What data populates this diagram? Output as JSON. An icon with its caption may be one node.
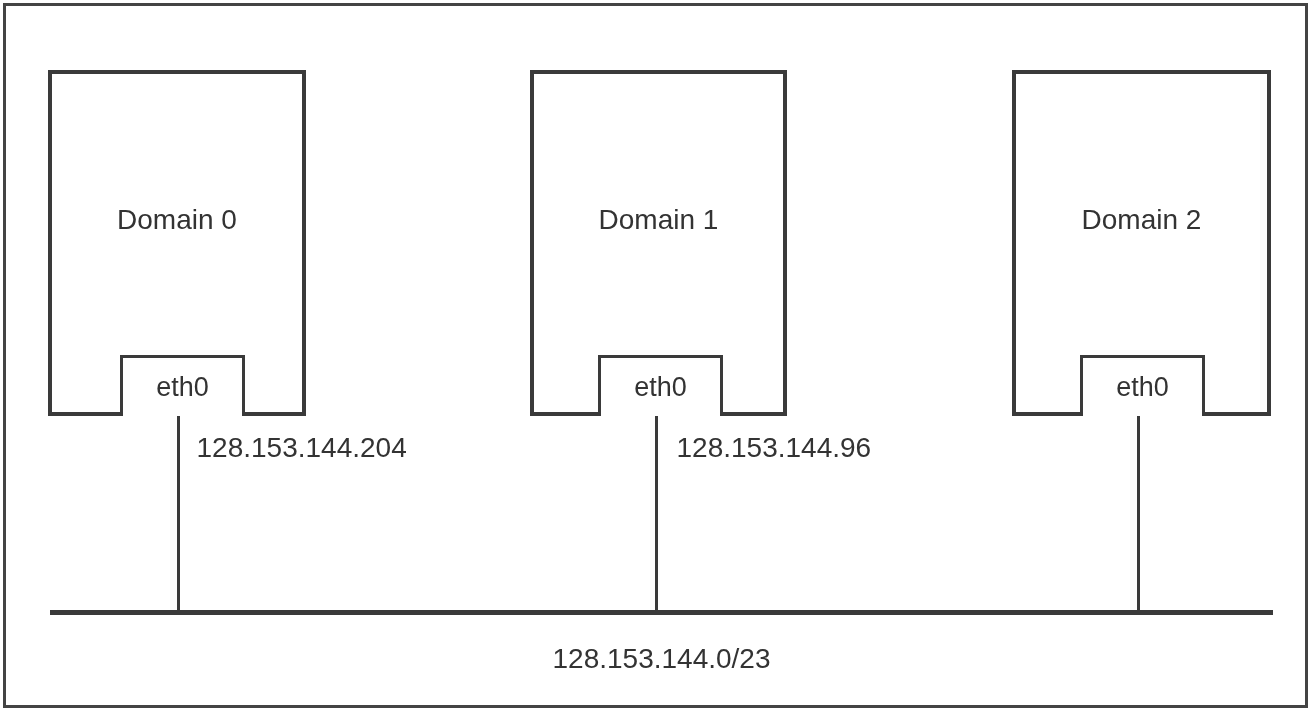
{
  "diagram": {
    "nodes": [
      {
        "text": [
          "Domain 0"
        ]
      },
      {
        "text": [
          "eth0"
        ],
        "in": 0
      },
      {
        "text": [
          "Domain 1"
        ]
      },
      {
        "text": [
          "eth0"
        ],
        "in": 2
      },
      {
        "text": [
          "Domain 2"
        ]
      },
      {
        "text": [
          "eth0"
        ],
        "in": 4
      },
      {
        "text": [],
        "shape": "bar",
        "beside": [
          "128.153.144.0/23"
        ]
      }
    ],
    "edges": [
      {
        "from": 1,
        "to": 6,
        "arrow": "none",
        "label": "128.153.144.204"
      },
      {
        "from": 3,
        "to": 6,
        "arrow": "none",
        "label": "128.153.144.96"
      },
      {
        "from": 5,
        "to": 6,
        "arrow": "none"
      }
    ]
  }
}
